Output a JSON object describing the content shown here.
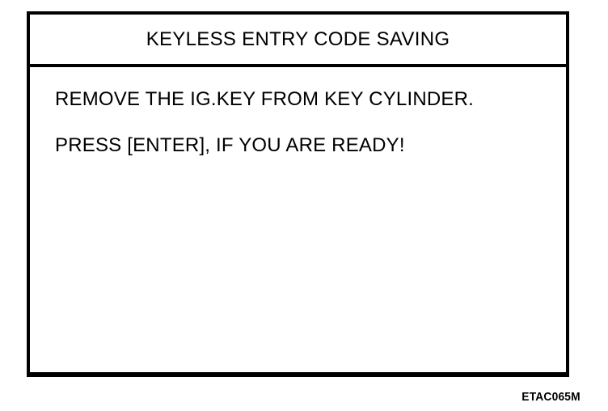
{
  "page": {
    "background": "#ffffff",
    "foreground": "#000000"
  },
  "screen": {
    "title": "KEYLESS ENTRY CODE SAVING",
    "messages": [
      "REMOVE THE IG.KEY FROM KEY CYLINDER.",
      "PRESS [ENTER], IF YOU ARE READY!"
    ]
  },
  "figure": {
    "code": "ETAC065M"
  }
}
